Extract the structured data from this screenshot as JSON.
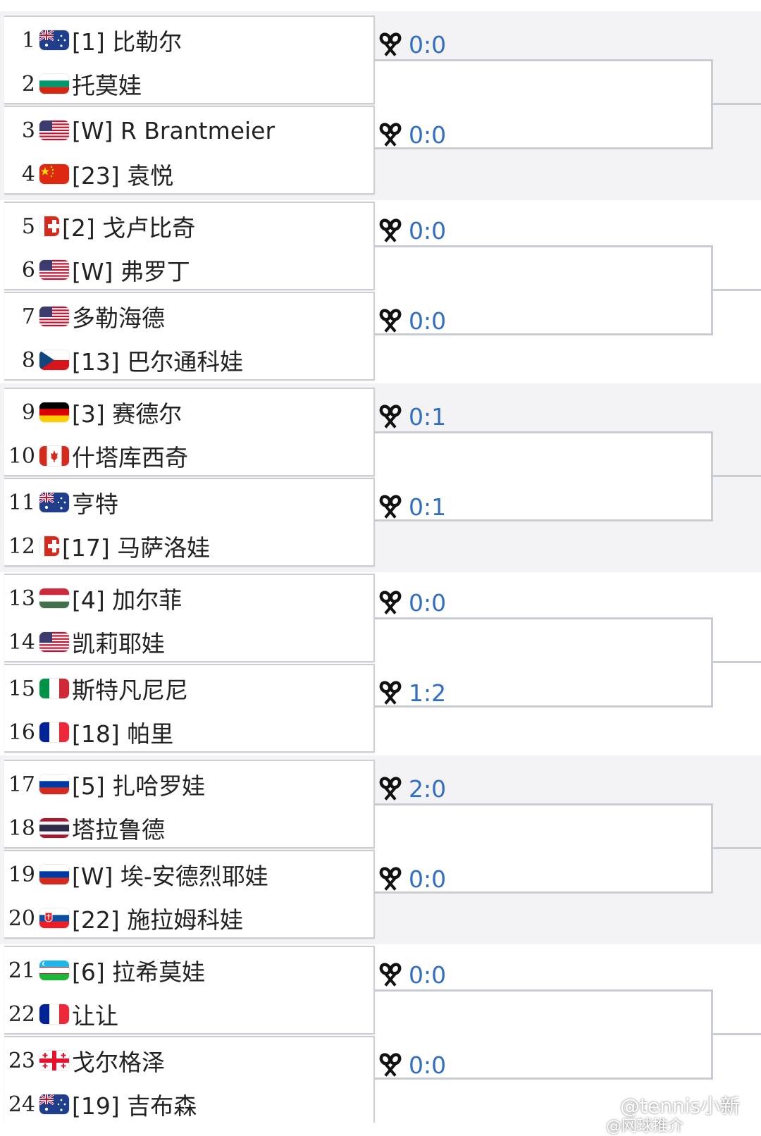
{
  "players": [
    {
      "num": "1",
      "flag": "aus",
      "name": "[1] 比勒尔"
    },
    {
      "num": "2",
      "flag": "bul",
      "name": " 托莫娃"
    },
    {
      "num": "3",
      "flag": "usa",
      "name": "[W] R Brantmeier"
    },
    {
      "num": "4",
      "flag": "chn",
      "name": "[23] 袁悦"
    },
    {
      "num": "5",
      "flag": "sui",
      "name": "[2] 戈卢比奇"
    },
    {
      "num": "6",
      "flag": "usa",
      "name": "[W] 弗罗丁"
    },
    {
      "num": "7",
      "flag": "usa",
      "name": " 多勒海德"
    },
    {
      "num": "8",
      "flag": "cze",
      "name": "[13] 巴尔通科娃"
    },
    {
      "num": "9",
      "flag": "ger",
      "name": "[3] 赛德尔"
    },
    {
      "num": "10",
      "flag": "can",
      "name": " 什塔库西奇"
    },
    {
      "num": "11",
      "flag": "aus",
      "name": " 亨特"
    },
    {
      "num": "12",
      "flag": "sui",
      "name": "[17] 马萨洛娃"
    },
    {
      "num": "13",
      "flag": "hun",
      "name": "[4] 加尔菲"
    },
    {
      "num": "14",
      "flag": "usa",
      "name": " 凯莉耶娃"
    },
    {
      "num": "15",
      "flag": "ita",
      "name": " 斯特凡尼尼"
    },
    {
      "num": "16",
      "flag": "fra",
      "name": "[18] 帕里"
    },
    {
      "num": "17",
      "flag": "rus",
      "name": "[5] 扎哈罗娃"
    },
    {
      "num": "18",
      "flag": "tha",
      "name": " 塔拉鲁德"
    },
    {
      "num": "19",
      "flag": "rus",
      "name": "[W] 埃-安德烈耶娃"
    },
    {
      "num": "20",
      "flag": "svk",
      "name": "[22] 施拉姆科娃"
    },
    {
      "num": "21",
      "flag": "uzb",
      "name": "[6] 拉希莫娃"
    },
    {
      "num": "22",
      "flag": "fra",
      "name": " 让让"
    },
    {
      "num": "23",
      "flag": "geo",
      "name": " 戈尔格泽"
    },
    {
      "num": "24",
      "flag": "aus",
      "name": "[19] 吉布森"
    }
  ],
  "head_to_head": [
    "0:0",
    "0:0",
    "0:0",
    "0:0",
    "0:1",
    "0:1",
    "0:0",
    "1:2",
    "2:0",
    "0:0",
    "0:0",
    "0:0"
  ],
  "h2h_icon": "crossed-rackets-icon",
  "watermark": {
    "handle": "@tennis小新",
    "sub": "@网球推介"
  },
  "colors": {
    "score": "#2f6ec4",
    "bracket_line": "#c9ccd2",
    "band_shade": "#f3f3f5"
  }
}
